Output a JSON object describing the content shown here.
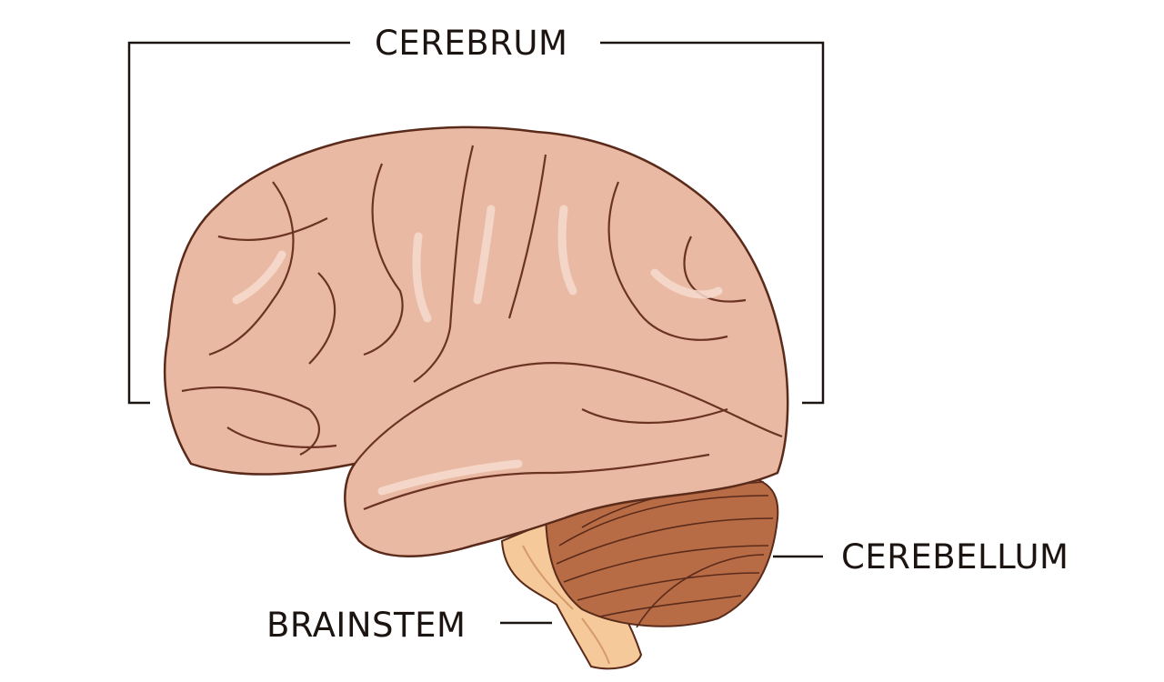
{
  "labels": {
    "cerebrum": "CEREBRUM",
    "cerebellum": "CEREBELLUM",
    "brainstem": "BRAINSTEM"
  },
  "colors": {
    "cerebrum": "#e9b9a3",
    "cerebrum_highlight": "#f6dccf",
    "cerebellum": "#b86c45",
    "brainstem": "#f6c99a",
    "outline": "#5a2a1a",
    "leader_lines": "#1c1410"
  }
}
